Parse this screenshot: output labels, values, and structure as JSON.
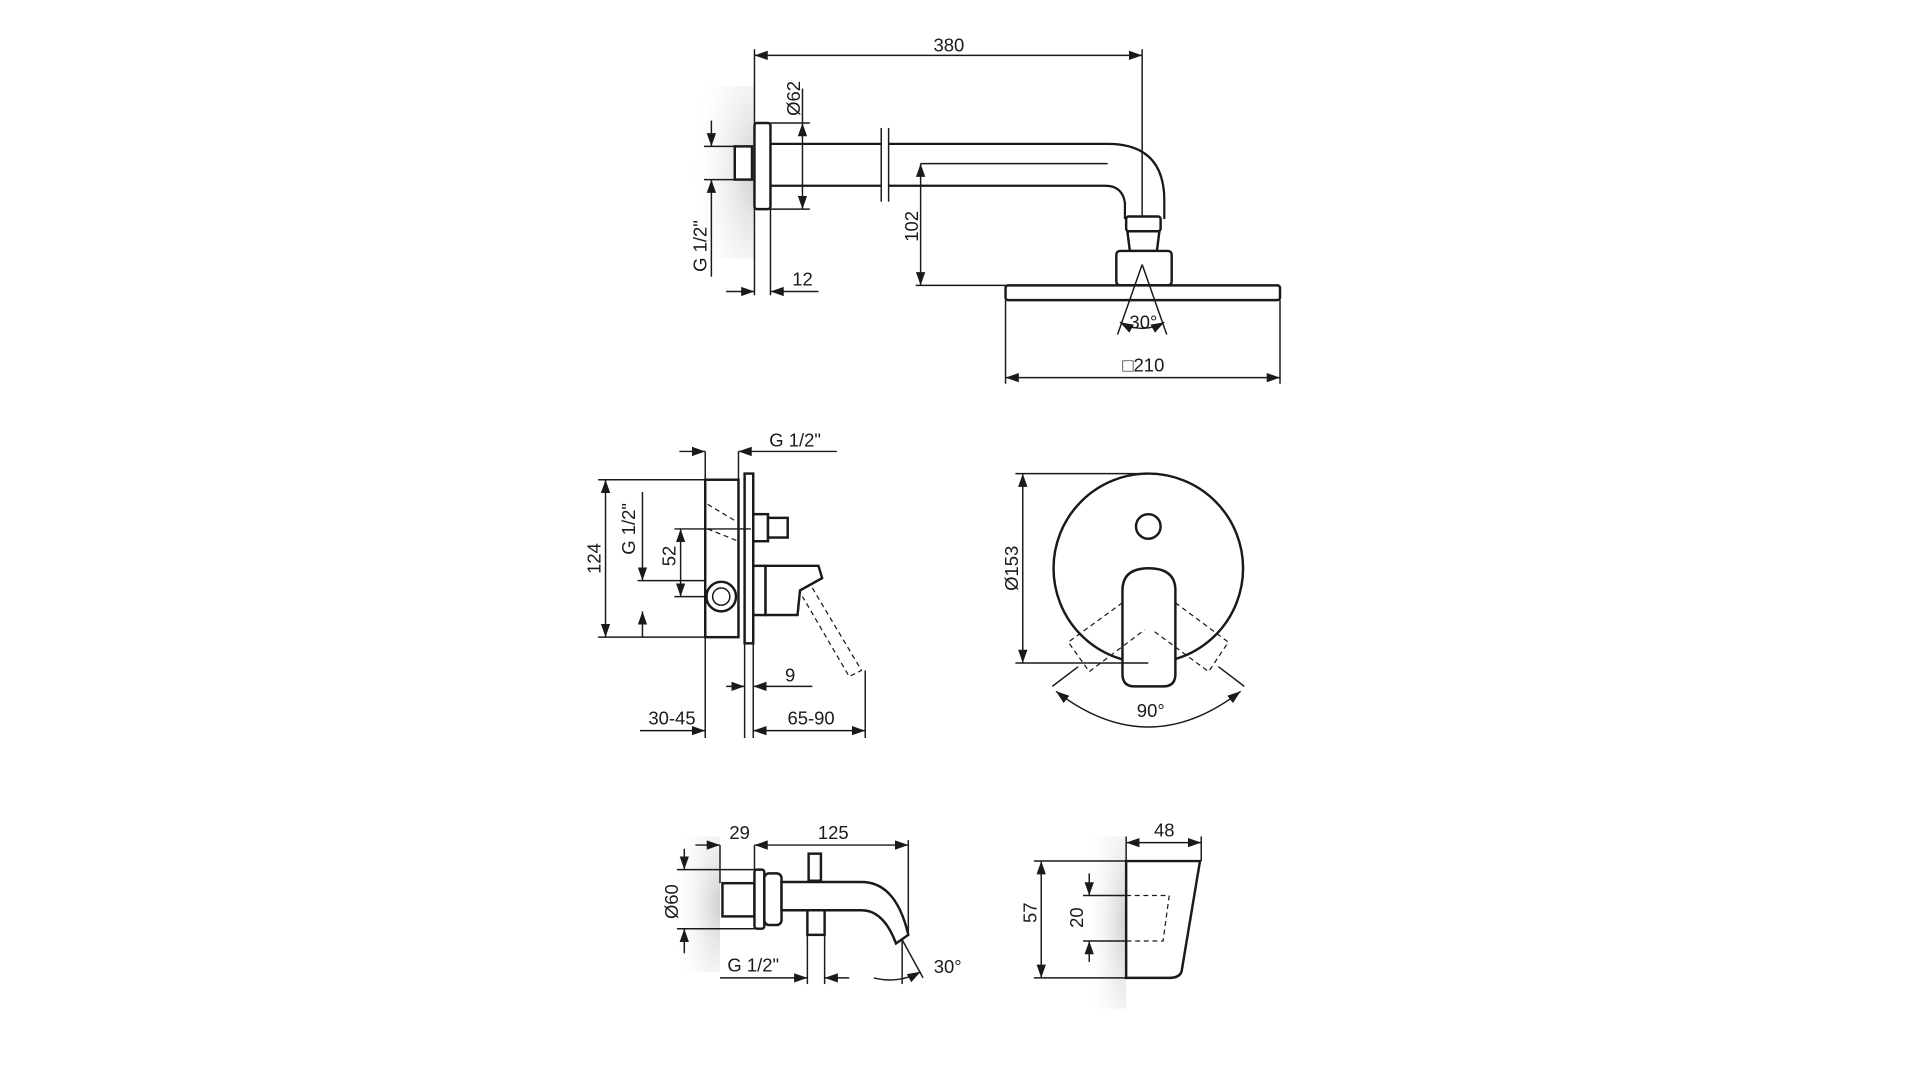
{
  "shower_arm_view": {
    "length": "380",
    "flange_diameter": "Ø62",
    "thread": "G 1/2\"",
    "flange_depth": "12",
    "drop": "102",
    "spray_angle": "30°",
    "head_size": "□210"
  },
  "mixer_side_view": {
    "top_thread": "G 1/2\"",
    "height": "124",
    "thread": "G 1/2\"",
    "outlet_spacing": "52",
    "plate_thickness": "9",
    "embed_depth": "30-45",
    "projection": "65-90"
  },
  "mixer_front_view": {
    "plate_diameter": "Ø153",
    "handle_rotation": "90°"
  },
  "spout_side_view": {
    "wall_offset": "29",
    "length": "125",
    "diameter": "Ø60",
    "thread": "G 1/2\"",
    "angle": "30°"
  },
  "spout_front_view": {
    "width": "48",
    "height": "57",
    "outlet": "20"
  }
}
